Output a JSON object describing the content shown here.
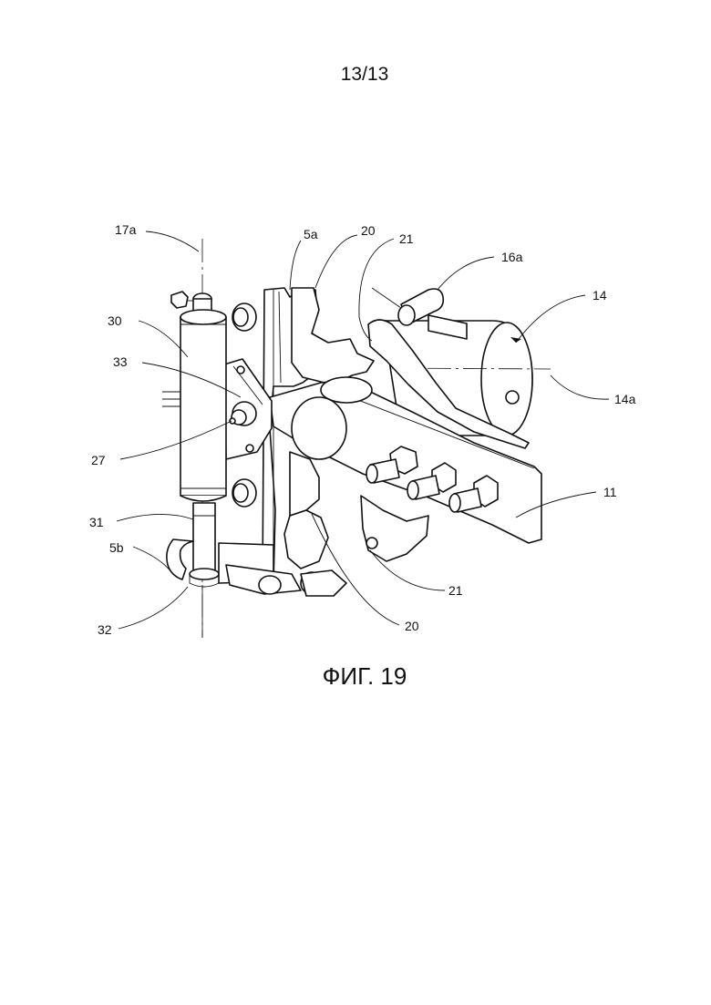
{
  "page_number": "13/13",
  "figure_caption": "ФИГ. 19",
  "reference_labels": {
    "l17a": "17a",
    "l5a": "5a",
    "l20_top": "20",
    "l21_top": "21",
    "l16a": "16a",
    "l14": "14",
    "l30": "30",
    "l33": "33",
    "l14a": "14a",
    "l27": "27",
    "l11": "11",
    "l31": "31",
    "l5b": "5b",
    "l21_bottom": "21",
    "l32": "32",
    "l20_bottom": "20"
  }
}
